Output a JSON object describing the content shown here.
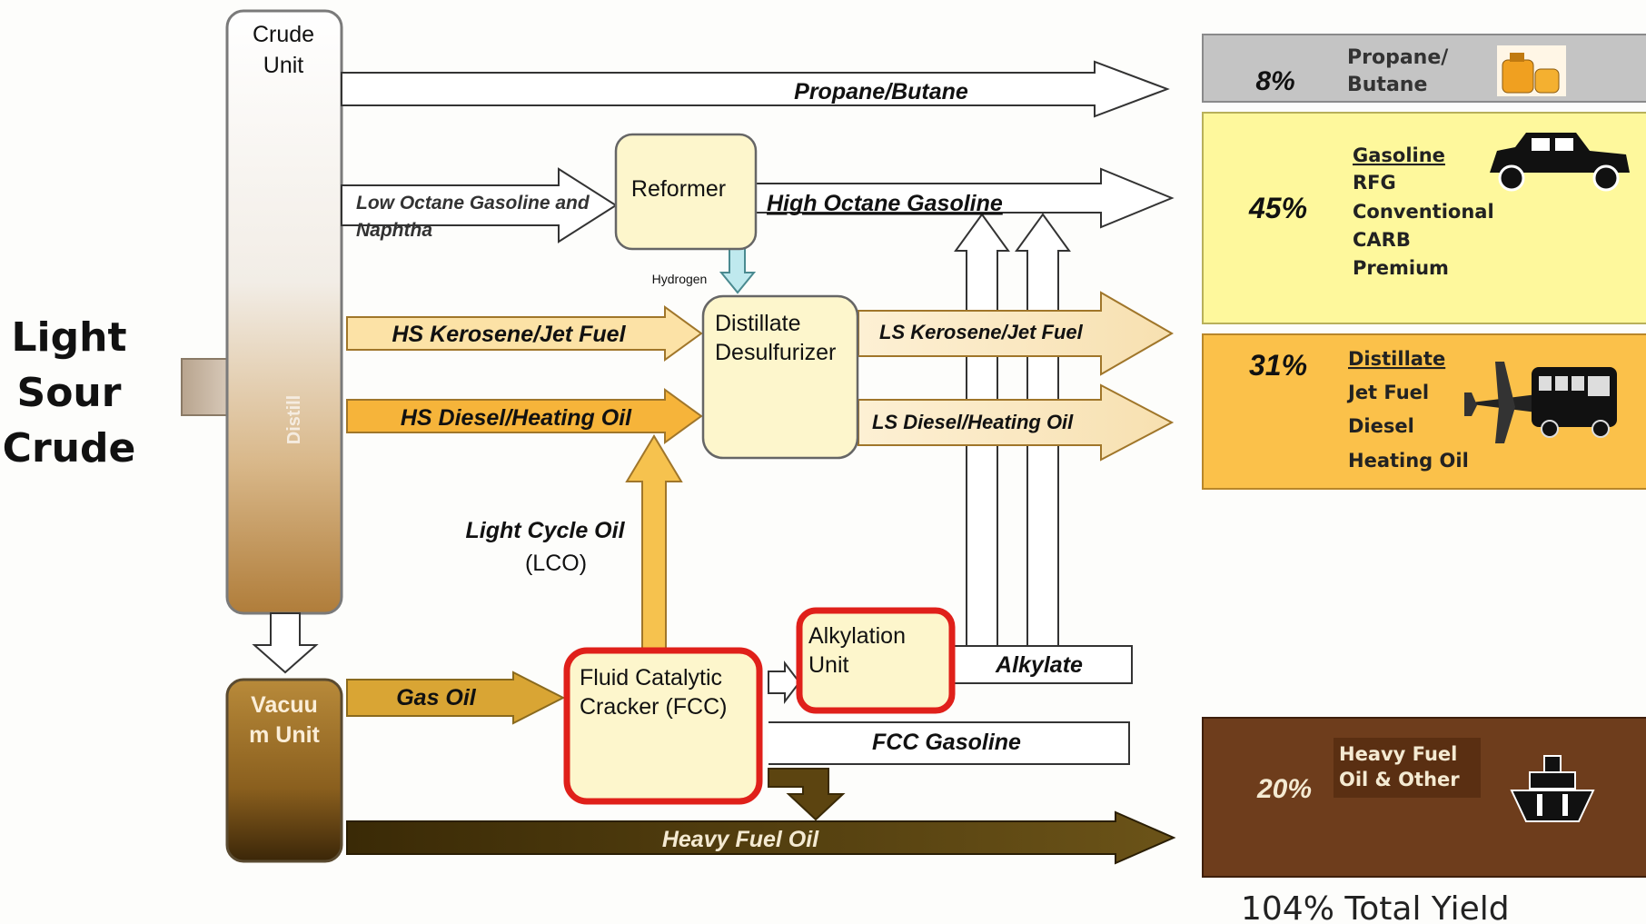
{
  "feed": {
    "line1": "Light",
    "line2": "Sour",
    "line3": "Crude"
  },
  "units": {
    "crude_l1": "Crude",
    "crude_l2": "Unit",
    "distill": "Distill",
    "vacuum_l1": "Vacuu",
    "vacuum_l2": "m Unit",
    "reformer": "Reformer",
    "desulf_l1": "Distillate",
    "desulf_l2": "Desulfurizer",
    "fcc_l1": "Fluid Catalytic",
    "fcc_l2": "Cracker (FCC)",
    "alky_l1": "Alkylation",
    "alky_l2": "Unit"
  },
  "streams": {
    "propane_butane": "Propane/Butane",
    "low_octane_l1": "Low Octane Gasoline and",
    "low_octane_l2": "Naphtha",
    "high_octane": "High Octane Gasoline",
    "hydrogen": "Hydrogen",
    "hs_kero": "HS Kerosene/Jet Fuel",
    "hs_diesel": "HS Diesel/Heating Oil",
    "ls_kero": "LS Kerosene/Jet Fuel",
    "ls_diesel": "LS Diesel/Heating Oil",
    "lco_l1": "Light Cycle Oil",
    "lco_l2": "(LCO)",
    "gas_oil": "Gas Oil",
    "alkylate": "Alkylate",
    "fcc_gasoline": "FCC Gasoline",
    "heavy_fuel": "Heavy Fuel Oil"
  },
  "products": {
    "propane": {
      "pct": "8%",
      "l1": "Propane/",
      "l2": "Butane",
      "icon": "propane-tank-icon",
      "color": "#c4c4c4"
    },
    "gasoline": {
      "pct": "45%",
      "title": "Gasoline",
      "items": [
        "RFG",
        "Conventional",
        "CARB",
        "Premium"
      ],
      "icon": "car-icon",
      "color": "#fef89c"
    },
    "distillate": {
      "pct": "31%",
      "title": "Distillate",
      "items": [
        "Jet Fuel",
        "Diesel",
        "Heating Oil"
      ],
      "icon": "airplane-icon",
      "icon2": "bus-icon",
      "color": "#fbc14a"
    },
    "heavy": {
      "pct": "20%",
      "l1": "Heavy Fuel",
      "l2": "Oil & Other",
      "icon": "ship-icon",
      "color": "#6e3d1c"
    }
  },
  "total_yield": "104% Total Yield"
}
